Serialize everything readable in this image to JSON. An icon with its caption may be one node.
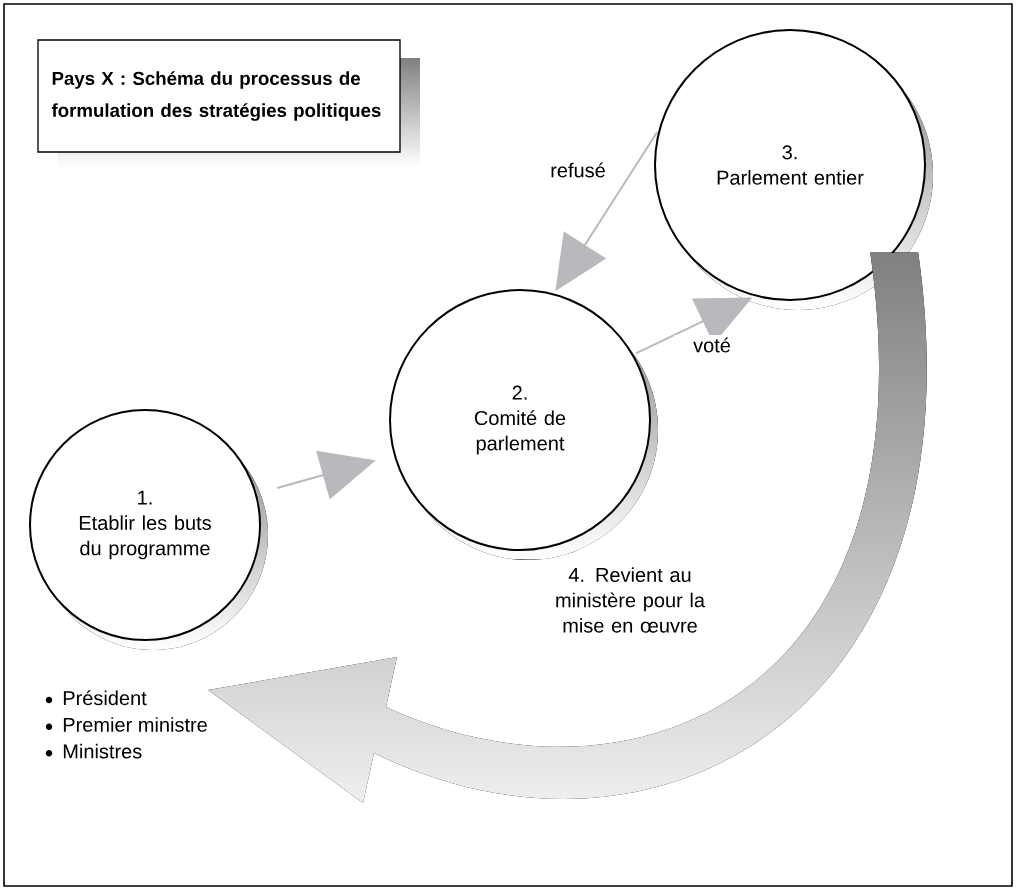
{
  "diagram": {
    "title": "Pays X : Schéma du processus de formulation des stratégies politiques",
    "nodes": [
      {
        "text": [
          "1.",
          "Etablir les buts du programme"
        ]
      },
      {
        "text": [
          "2.",
          "Comité de parlement"
        ]
      },
      {
        "text": [
          "3.",
          "Parlement entier"
        ]
      },
      {
        "text": [
          "Président",
          "Premier ministre",
          "Ministres"
        ]
      }
    ],
    "edges": [
      {
        "from": 0,
        "to": 1,
        "arrow": "to"
      },
      {
        "from": 1,
        "to": 2,
        "arrow": "to",
        "label": "voté"
      },
      {
        "from": 2,
        "to": 1,
        "arrow": "to",
        "label": "refusé"
      },
      {
        "from": 2,
        "to": 3,
        "arrow": "to",
        "style": "thick",
        "label": "4. Revient au ministère pour la mise en œuvre"
      }
    ]
  }
}
